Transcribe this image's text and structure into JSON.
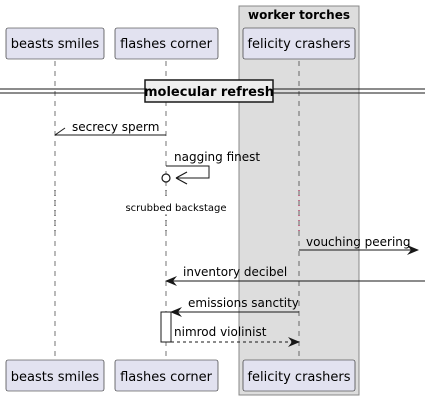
{
  "box": {
    "title": "worker torches",
    "fill": "#DDDDDD",
    "stroke": "#888888"
  },
  "participants": {
    "p1": "beasts smiles",
    "p2": "flashes corner",
    "p3": "felicity crashers"
  },
  "divider": {
    "title": "molecular refresh"
  },
  "messages": {
    "m1": "secrecy sperm",
    "m2": "nagging finest",
    "m3": "vouching peering",
    "m4": "inventory decibel",
    "m5": "emissions sanctity",
    "m6": "nimrod violinist"
  },
  "delay": {
    "label": "scrubbed backstage"
  },
  "colors": {
    "participant_fill": "#E2E2F0",
    "participant_stroke": "#181818",
    "line": "#181818",
    "delay_dots_p3": "#A80036"
  }
}
